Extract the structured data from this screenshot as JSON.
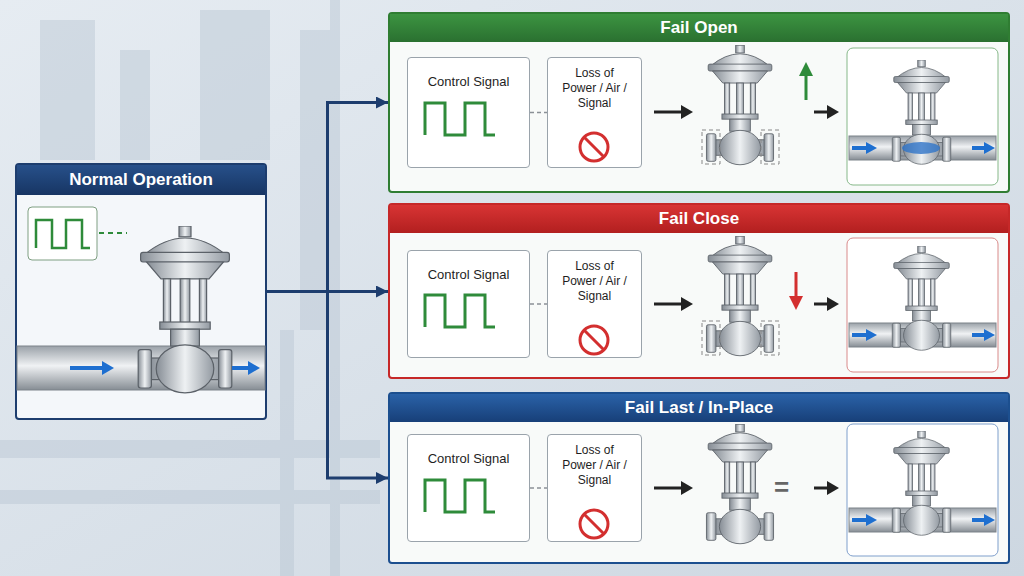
{
  "diagram": {
    "nodes": [
      {
        "text": [
          "Normal Operation"
        ]
      },
      {
        "text": [
          "Fail Open"
        ]
      },
      {
        "text": [
          "Control Signal"
        ],
        "in": 1
      },
      {
        "text": [
          "Loss of Power / Air / Signal"
        ],
        "in": 1
      },
      {
        "text": [
          "Fail Close"
        ]
      },
      {
        "text": [
          "Control Signal"
        ],
        "in": 4
      },
      {
        "text": [
          "Loss of Power / Air / Signal"
        ],
        "in": 4
      },
      {
        "text": [
          "Fail Last / In-Place"
        ]
      },
      {
        "text": [
          "Control Signal"
        ],
        "in": 7
      },
      {
        "text": [
          "Loss of Power / Air / Signal"
        ],
        "in": 7
      }
    ],
    "edges": [
      {
        "from": 0,
        "to": 1,
        "arrow": "to"
      },
      {
        "from": 0,
        "to": 4,
        "arrow": "to"
      },
      {
        "from": 0,
        "to": 7,
        "arrow": "to"
      },
      {
        "from": 2,
        "to": 3,
        "arrow": "none"
      },
      {
        "from": 5,
        "to": 6,
        "arrow": "none"
      },
      {
        "from": 8,
        "to": 9,
        "arrow": "none"
      }
    ],
    "labels": [
      "="
    ]
  }
}
